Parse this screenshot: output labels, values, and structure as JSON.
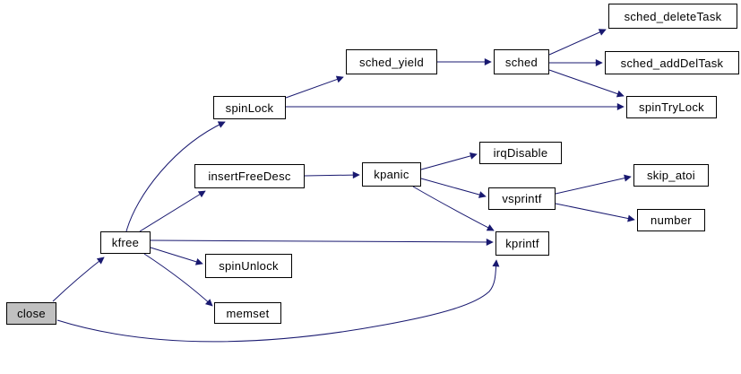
{
  "diagram": {
    "kind": "call-graph",
    "colors": {
      "edge": "#191970",
      "node_fill": "#ffffff",
      "node_border": "#000000",
      "highlight_fill": "#c0c0c0",
      "text": "#000000",
      "background": "#ffffff"
    },
    "nodes": {
      "close": {
        "label": "close",
        "highlighted": true
      },
      "kfree": {
        "label": "kfree"
      },
      "spinLock": {
        "label": "spinLock"
      },
      "insertFreeDesc": {
        "label": "insertFreeDesc"
      },
      "spinUnlock": {
        "label": "spinUnlock"
      },
      "memset": {
        "label": "memset"
      },
      "sched_yield": {
        "label": "sched_yield"
      },
      "sched": {
        "label": "sched"
      },
      "sched_deleteTask": {
        "label": "sched_deleteTask"
      },
      "sched_addDelTask": {
        "label": "sched_addDelTask"
      },
      "spinTryLock": {
        "label": "spinTryLock"
      },
      "kpanic": {
        "label": "kpanic"
      },
      "irqDisable": {
        "label": "irqDisable"
      },
      "vsprintf": {
        "label": "vsprintf"
      },
      "skip_atoi": {
        "label": "skip_atoi"
      },
      "number": {
        "label": "number"
      },
      "kprintf": {
        "label": "kprintf"
      }
    },
    "edges": [
      {
        "from": "close",
        "to": "kfree"
      },
      {
        "from": "close",
        "to": "kprintf"
      },
      {
        "from": "kfree",
        "to": "spinLock"
      },
      {
        "from": "kfree",
        "to": "insertFreeDesc"
      },
      {
        "from": "kfree",
        "to": "kprintf"
      },
      {
        "from": "kfree",
        "to": "spinUnlock"
      },
      {
        "from": "kfree",
        "to": "memset"
      },
      {
        "from": "spinLock",
        "to": "sched_yield"
      },
      {
        "from": "spinLock",
        "to": "spinTryLock"
      },
      {
        "from": "sched_yield",
        "to": "sched"
      },
      {
        "from": "sched",
        "to": "sched_deleteTask"
      },
      {
        "from": "sched",
        "to": "sched_addDelTask"
      },
      {
        "from": "sched",
        "to": "spinTryLock"
      },
      {
        "from": "insertFreeDesc",
        "to": "kpanic"
      },
      {
        "from": "kpanic",
        "to": "irqDisable"
      },
      {
        "from": "kpanic",
        "to": "vsprintf"
      },
      {
        "from": "kpanic",
        "to": "kprintf"
      },
      {
        "from": "vsprintf",
        "to": "skip_atoi"
      },
      {
        "from": "vsprintf",
        "to": "number"
      }
    ]
  }
}
